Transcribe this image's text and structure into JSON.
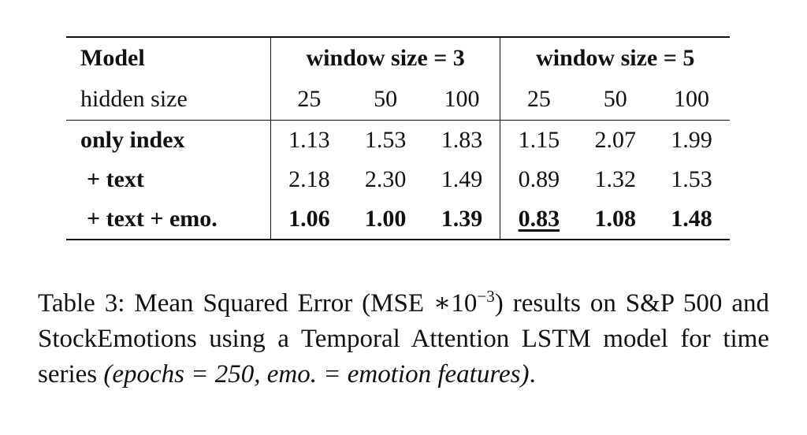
{
  "table": {
    "header": {
      "model_label": "Model",
      "group1_label": "window size = 3",
      "group2_label": "window size = 5",
      "hidden_label": "hidden size",
      "hidden_sizes": [
        "25",
        "50",
        "100",
        "25",
        "50",
        "100"
      ]
    },
    "rows": [
      {
        "label": "only index",
        "values": [
          "1.13",
          "1.53",
          "1.83",
          "1.15",
          "2.07",
          "1.99"
        ]
      },
      {
        "label": "+ text",
        "values": [
          "2.18",
          "2.30",
          "1.49",
          "0.89",
          "1.32",
          "1.53"
        ]
      },
      {
        "label": "+ text + emo.",
        "values": [
          "1.06",
          "1.00",
          "1.39",
          "0.83",
          "1.08",
          "1.48"
        ]
      }
    ]
  },
  "caption": {
    "prefix": "Table 3: Mean Squared Error (MSE ∗10",
    "exponent": "−3",
    "middle": ") results on S&P 500 and StockEmotions using a Temporal Attention LSTM model for time series ",
    "italic": "(epochs = 250, emo. = emotion features)",
    "suffix": "."
  }
}
